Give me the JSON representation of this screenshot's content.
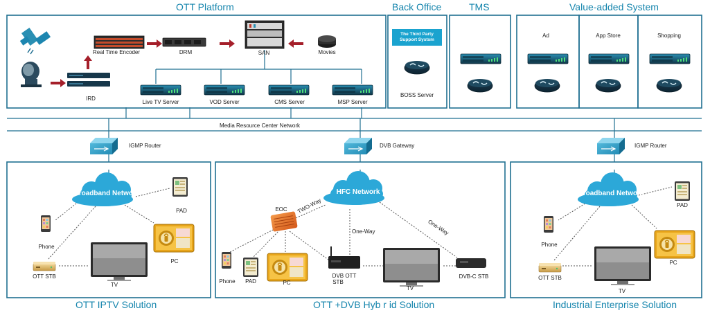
{
  "sections": {
    "ott_platform": "OTT Platform",
    "back_office": "Back Office",
    "tms": "TMS",
    "value_added": "Value-added System",
    "iptv": "OTT IPTV Solution",
    "hybrid": "OTT +DVB Hyb r id Solution",
    "enterprise": "Industrial Enterprise Solution"
  },
  "platform": {
    "encoder": "Real Time Encoder",
    "drm": "DRM",
    "san": "SAN",
    "movies": "Movies",
    "ird": "IRD",
    "live_tv": "Live TV Server",
    "vod": "VOD Server",
    "cms": "CMS Server",
    "msp": "MSP Server"
  },
  "back_office": {
    "third_party_line1": "The Third Party",
    "third_party_line2": "Support Systsm",
    "boss": "BOSS Server"
  },
  "value_added": {
    "ad": "Ad",
    "app_store": "App Store",
    "shopping": "Shopping"
  },
  "network": {
    "media_center": "Media Resource Center Network",
    "igmp_left": "IGMP Router",
    "dvb_gateway": "DVB Gateway",
    "igmp_right": "IGMP Router"
  },
  "iptv": {
    "cloud": "Broadband Network",
    "pad": "PAD",
    "phone": "Phone",
    "pc": "PC",
    "stb": "OTT STB",
    "tv": "TV"
  },
  "hybrid": {
    "cloud": "HFC Network",
    "eoc": "EOC",
    "two_way": "TWO-Way",
    "one_way_left": "One-Way",
    "one_way_right": "One-Way",
    "phone": "Phone",
    "pad": "PAD",
    "pc": "PC",
    "dvb_ott_stb_line1": "DVB OTT",
    "dvb_ott_stb_line2": "STB",
    "tv": "TV",
    "dvb_c_stb": "DVB-C STB"
  },
  "enterprise": {
    "cloud": "Broadband Network",
    "pad": "PAD",
    "phone": "Phone",
    "pc": "PC",
    "stb": "OTT STB",
    "tv": "TV"
  },
  "colors": {
    "accent": "#1585ad",
    "frame": "#1f6f91",
    "server_dark": "#123a4d",
    "server_teal": "#1e7fa3",
    "cloud": "#2ca8d8",
    "arrow": "#a51f2a"
  }
}
